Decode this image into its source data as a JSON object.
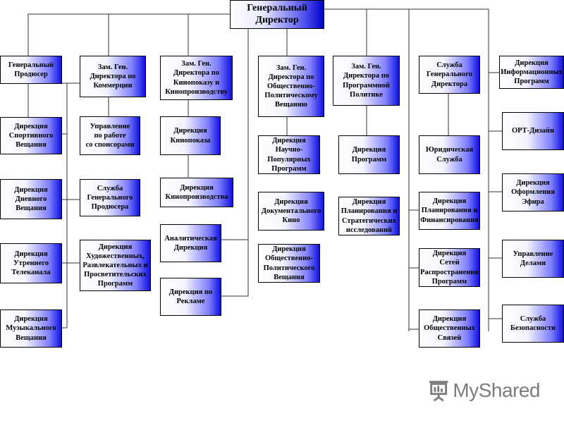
{
  "nodes": {
    "gen_dir": "Генеральный\nДиректор",
    "gen_prod": "Генеральный\nПродюсер",
    "sport": "Дирекция\nСпортивного\nВещания",
    "day": "Дирекция\nДневного\nВещания",
    "morning": "Дирекция\nУтреннего\nТелеканала",
    "music": "Дирекция\nМузыкального\nВещания",
    "zam_comm": "Зам. Ген.\nДиректора по\nКоммерции",
    "sponsors": "Управление\nпо работе\nсо спонсорами",
    "gp_service": "Служба\nГенерального\nПродюсера",
    "art": "Дирекция\nХудожественных,\nРазвлекательных и\nПросветительских\nПрограмм",
    "zam_kino": "Зам. Ген.\nДиректора по\nКинопоказу и\nКинопроизводству",
    "kinopokaz": "Дирекция\nКинопоказа",
    "kinoprod": "Дирекция\nКинопроизводства",
    "analytic": "Аналитическая\nДирекция",
    "advert": "Дирекция по\nРекламе",
    "zam_obsh": "Зам. Ген.\nДиректора по\nОбщественно-\nПолитическому\nВещанию",
    "science": "Дирекция\nНаучно-\nПопулярных\nПрограмм",
    "doc": "Дирекция\nДокументального\nКино",
    "obsh_pol": "Дирекция\nОбщественно-\nПолитического\nВещания",
    "zam_prog": "Зам. Ген.\nДиректора по\nПрограммной\nПолитике",
    "programs": "Дирекция\nПрограмм",
    "planning_strat": "Дирекция\nПланирования и\nСтратегических\nисследований",
    "gd_service": "Служба\nГенерального\nДиректора",
    "legal": "Юридическая\nСлужба",
    "planning_fin": "Дирекция\nПланирования и\nФинансирования",
    "networks": "Дирекция\nСетей\nРаспространения\nПрограмм",
    "public_rel": "Дирекция\nОбщественных\nСвязей",
    "info": "Дирекция\nИнформационных\nПрограмм",
    "ort_design": "ОРТ-Дизайн",
    "design_air": "Дирекция\nОформления\nЭфира",
    "affairs": "Управление\nДелами",
    "security": "Служба\nБезопасности"
  },
  "logo": {
    "text": "MyShared",
    "icon": "presentation-board-icon"
  },
  "colors": {
    "box_start": "#ffffff",
    "box_end": "#1010e0",
    "line": "#333333",
    "logo": "#7d7d7d"
  }
}
